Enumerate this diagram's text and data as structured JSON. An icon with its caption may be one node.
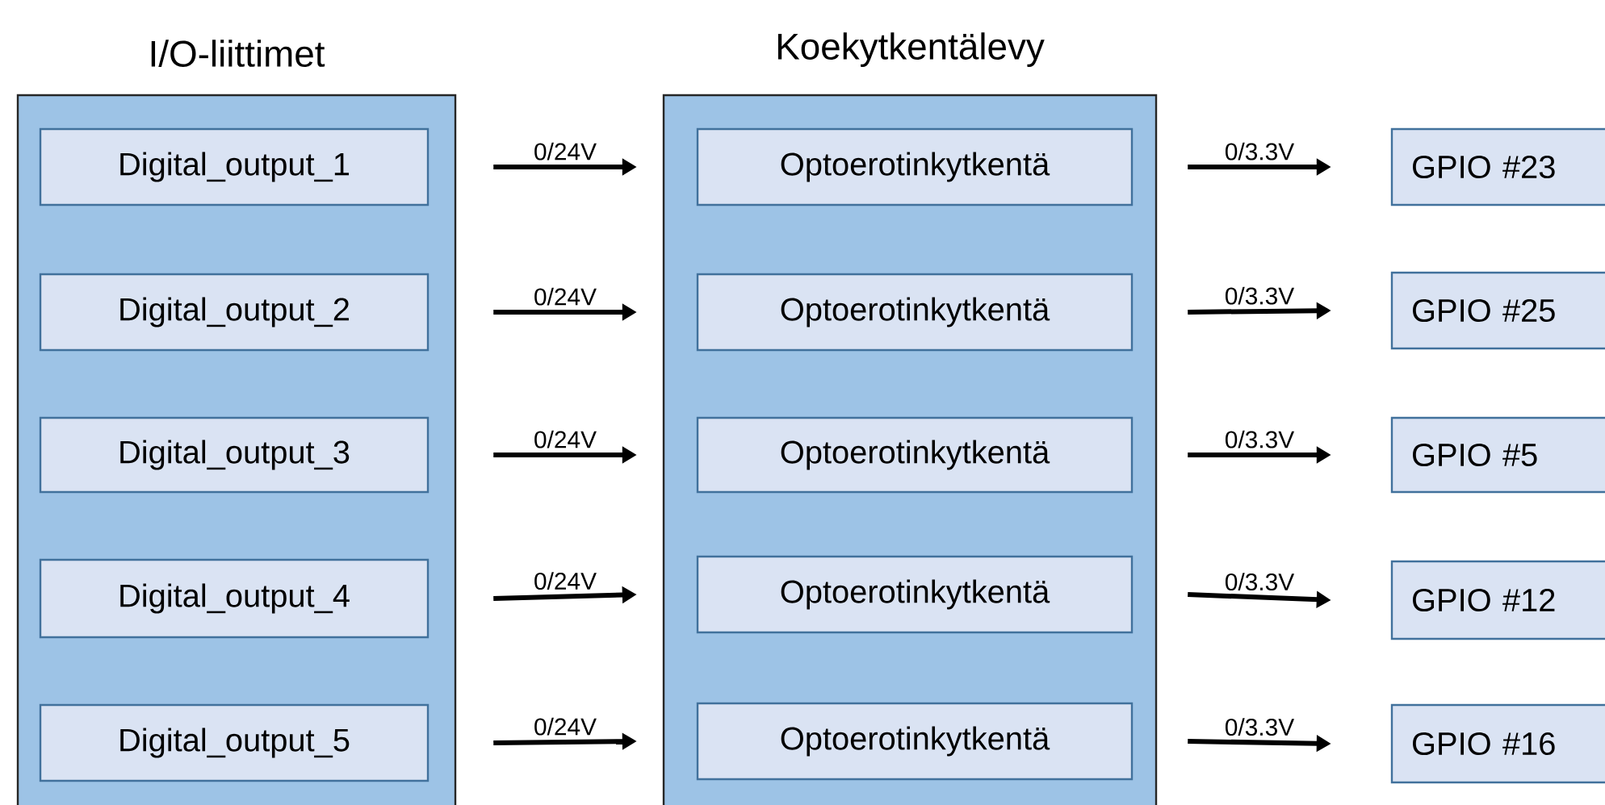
{
  "diagram": {
    "nodes": [
      {
        "text": [
          "I/O-liittimet"
        ]
      },
      {
        "text": [
          "Digital_output_1"
        ],
        "in": 0
      },
      {
        "text": [
          "Digital_output_2"
        ],
        "in": 0
      },
      {
        "text": [
          "Digital_output_3"
        ],
        "in": 0
      },
      {
        "text": [
          "Digital_output_4"
        ],
        "in": 0
      },
      {
        "text": [
          "Digital_output_5"
        ],
        "in": 0
      },
      {
        "text": [
          "Koekytkentälevy"
        ]
      },
      {
        "text": [
          "Optoerotinkytkentä"
        ],
        "in": 6
      },
      {
        "text": [
          "Optoerotinkytkentä"
        ],
        "in": 6
      },
      {
        "text": [
          "Optoerotinkytkentä"
        ],
        "in": 6
      },
      {
        "text": [
          "Optoerotinkytkentä"
        ],
        "in": 6
      },
      {
        "text": [
          "Optoerotinkytkentä"
        ],
        "in": 6
      },
      {
        "text": [
          "GPIO #23"
        ]
      },
      {
        "text": [
          "GPIO #25"
        ]
      },
      {
        "text": [
          "GPIO #5"
        ]
      },
      {
        "text": [
          "GPIO #12"
        ]
      },
      {
        "text": [
          "GPIO #16"
        ]
      }
    ],
    "edges": [
      {
        "from": 1,
        "to": 7,
        "arrow": "to",
        "label": "0/24V"
      },
      {
        "from": 2,
        "to": 8,
        "arrow": "to",
        "label": "0/24V"
      },
      {
        "from": 3,
        "to": 9,
        "arrow": "to",
        "label": "0/24V"
      },
      {
        "from": 4,
        "to": 10,
        "arrow": "to",
        "label": "0/24V"
      },
      {
        "from": 5,
        "to": 11,
        "arrow": "to",
        "label": "0/24V"
      },
      {
        "from": 7,
        "to": 12,
        "arrow": "to",
        "label": "0/3.3V"
      },
      {
        "from": 8,
        "to": 13,
        "arrow": "to",
        "label": "0/3.3V"
      },
      {
        "from": 9,
        "to": 14,
        "arrow": "to",
        "label": "0/3.3V"
      },
      {
        "from": 10,
        "to": 15,
        "arrow": "to",
        "label": "0/3.3V"
      },
      {
        "from": 11,
        "to": 16,
        "arrow": "to",
        "label": "0/3.3V"
      }
    ]
  }
}
